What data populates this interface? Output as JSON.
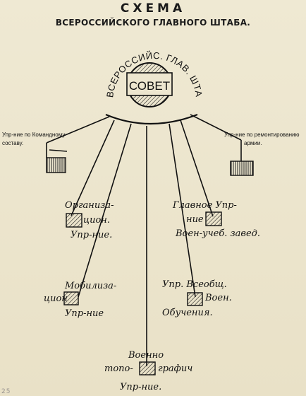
{
  "title": "СХЕМА",
  "subtitle": "ВСЕРОССИЙСКОГО ГЛАВНОГО ШТАБА.",
  "center": {
    "arc_text": "ВСЕРОССИЙС. ГЛАВ. ШТАБА",
    "label": "СОВЕТ"
  },
  "left_note": {
    "line1": "Упр-ние по Командному",
    "line2": "составу."
  },
  "right_note": {
    "line1": "Упр-ние по ремонтированию",
    "line2": "армии."
  },
  "units": {
    "org": {
      "l1": "Организа-",
      "l2": "цион.",
      "l3": "Упр-ние."
    },
    "main": {
      "l1": "Главное Упр-",
      "l2": "ние",
      "l3": "Воен-учеб. завед."
    },
    "mob": {
      "l1": "Мобилиза-",
      "l2": "цион",
      "l3": "Упр-ние"
    },
    "vseob": {
      "l1": "Упр. Всеобщ.",
      "l2": "Воен.",
      "l3": "Обучения."
    },
    "topo": {
      "l1": "Военно",
      "l2a": "топо-",
      "l2b": "графич",
      "l3": "Упр-ние."
    }
  },
  "corner_mark": "25"
}
